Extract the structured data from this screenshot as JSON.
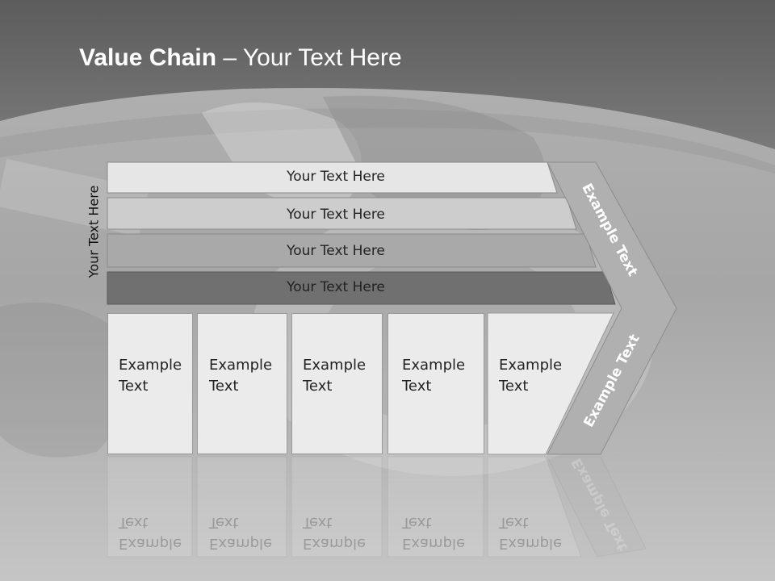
{
  "title": {
    "bold": "Value Chain",
    "rest": " – Your Text Here"
  },
  "side_label": "Your Text Here",
  "bars": [
    {
      "label": "Your Text Here"
    },
    {
      "label": "Your Text Here"
    },
    {
      "label": "Your Text Here"
    },
    {
      "label": "Your Text Here"
    }
  ],
  "boxes": [
    {
      "line1": "Example",
      "line2": "Text"
    },
    {
      "line1": "Example",
      "line2": "Text"
    },
    {
      "line1": "Example",
      "line2": "Text"
    },
    {
      "line1": "Example",
      "line2": "Text"
    },
    {
      "line1": "Example",
      "line2": "Text"
    }
  ],
  "chevron_labels": {
    "top": "Example Text",
    "bottom": "Example Text"
  }
}
